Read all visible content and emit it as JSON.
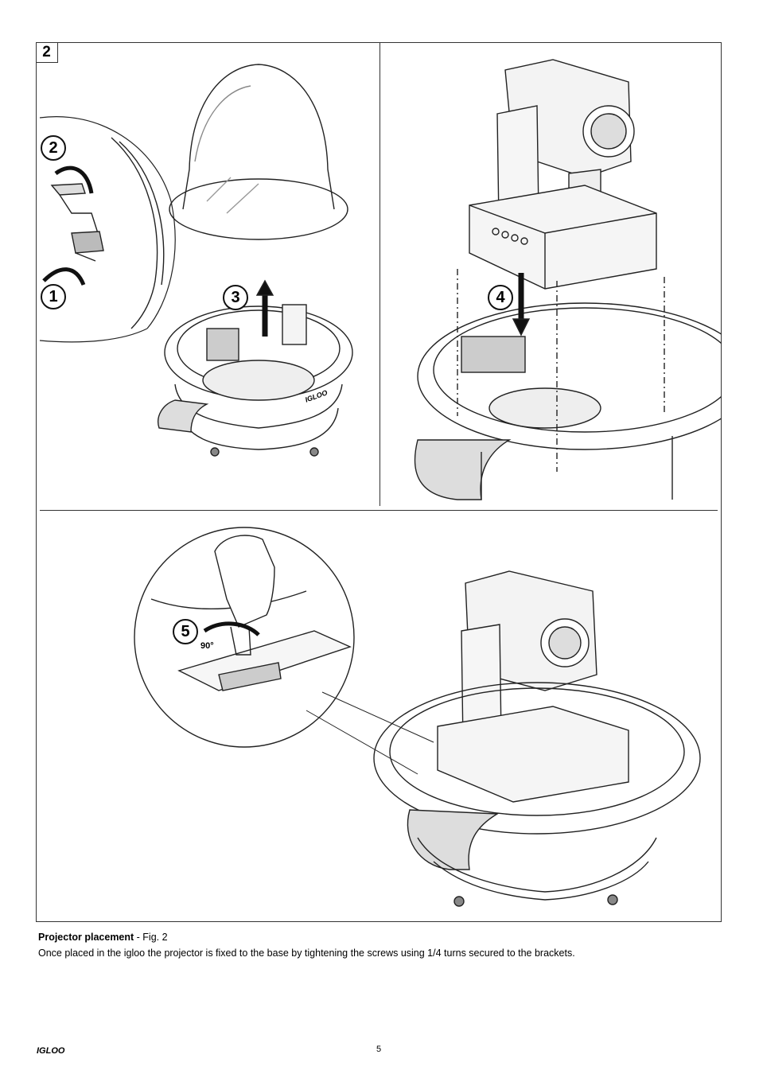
{
  "figure": {
    "number": "2",
    "steps": [
      "1",
      "2",
      "3",
      "4",
      "5"
    ],
    "angle_label": "90°",
    "brand_marking": "IGLOO"
  },
  "caption": {
    "title": "Projector placement",
    "ref": " - Fig. 2",
    "text": "Once placed in the igloo the projector is fixed to the base by tightening the screws using 1/4 turns secured to the brackets."
  },
  "footer": {
    "brand": "IGLOO",
    "page": "5"
  }
}
